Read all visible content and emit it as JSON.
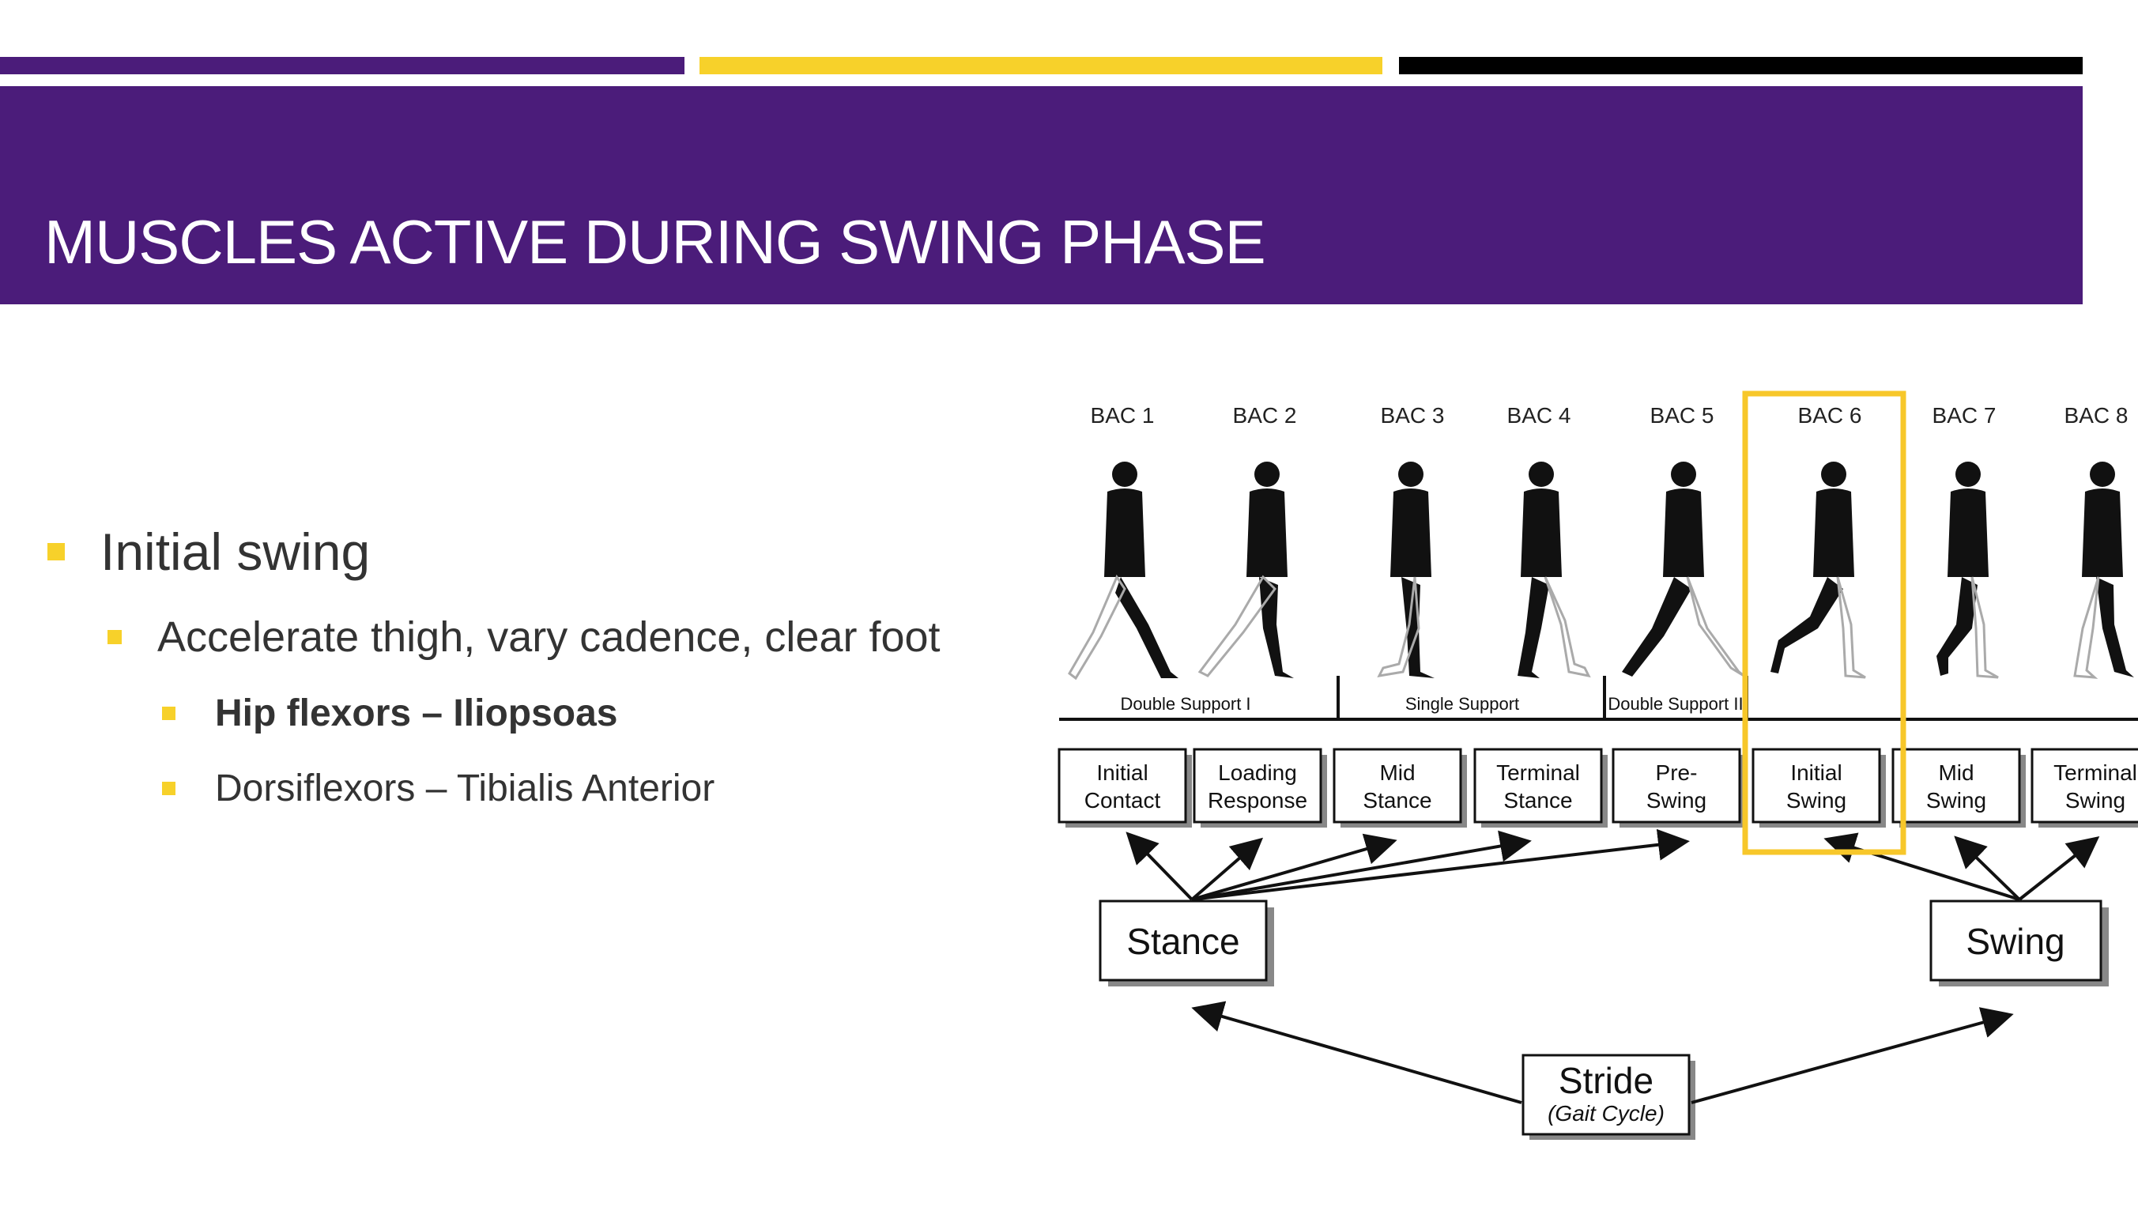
{
  "colors": {
    "purple": "#4b1c7a",
    "gold": "#f7d12a",
    "black": "#000000",
    "highlight": "#f7c72a"
  },
  "slide": {
    "title": "MUSCLES ACTIVE DURING SWING PHASE",
    "bullets": [
      {
        "level": 1,
        "text": "Initial swing"
      },
      {
        "level": 2,
        "text": "Accelerate thigh, vary cadence, clear foot"
      },
      {
        "level": 3,
        "text": "Hip flexors – Iliopsoas",
        "bold": true
      },
      {
        "level": 3,
        "text": "Dorsiflexors – Tibialis Anterior"
      }
    ]
  },
  "diagram": {
    "bac_labels": [
      "BAC 1",
      "BAC 2",
      "BAC 3",
      "BAC 4",
      "BAC 5",
      "BAC 6",
      "BAC 7",
      "BAC 8"
    ],
    "support_labels": [
      "Double Support I",
      "Single Support",
      "Double Support II"
    ],
    "phases": [
      {
        "line1": "Initial",
        "line2": "Contact"
      },
      {
        "line1": "Loading",
        "line2": "Response"
      },
      {
        "line1": "Mid",
        "line2": "Stance"
      },
      {
        "line1": "Terminal",
        "line2": "Stance"
      },
      {
        "line1": "Pre-",
        "line2": "Swing"
      },
      {
        "line1": "Initial",
        "line2": "Swing"
      },
      {
        "line1": "Mid",
        "line2": "Swing"
      },
      {
        "line1": "Terminal",
        "line2": "Swing"
      }
    ],
    "stance_label": "Stance",
    "swing_label": "Swing",
    "stride_label": "Stride",
    "gait_cycle_label": "(Gait Cycle)",
    "highlighted_bac": "BAC 6"
  }
}
